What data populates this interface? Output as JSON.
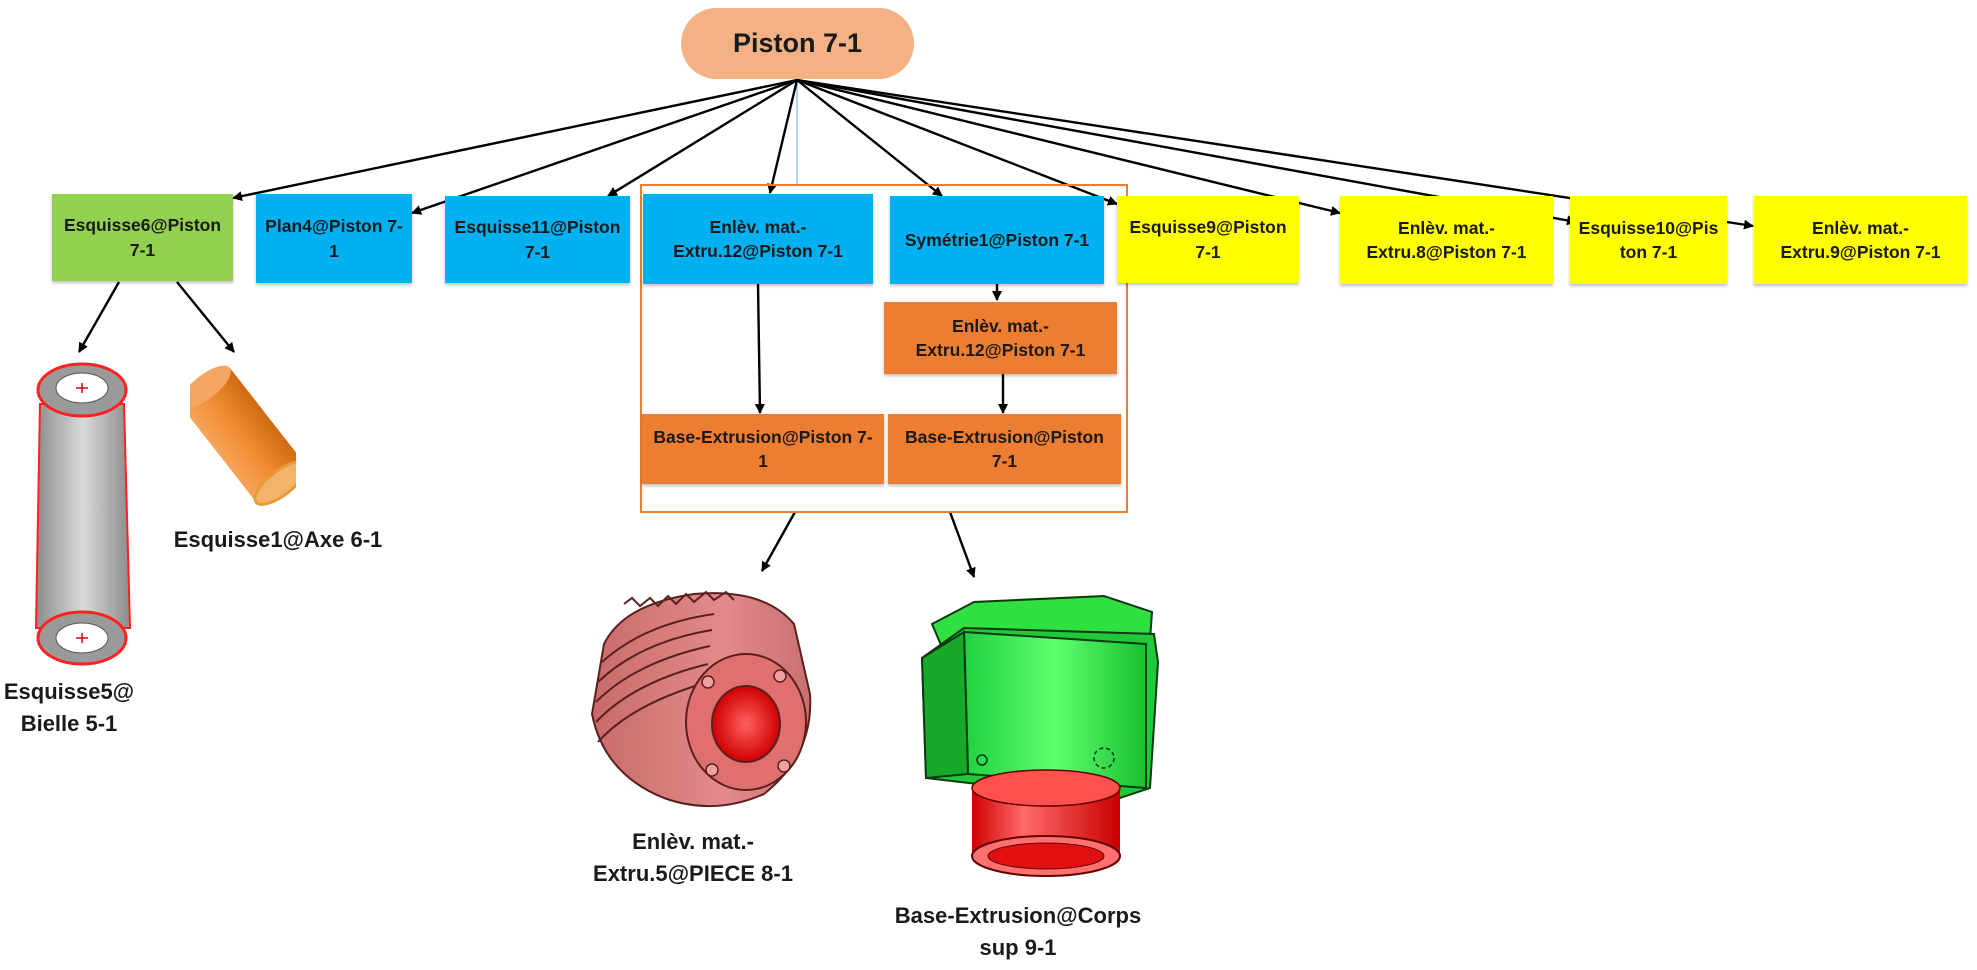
{
  "root": {
    "label": "Piston 7-1"
  },
  "features": {
    "esquisse6": [
      "Esquisse6@Piston",
      "7-1"
    ],
    "plan4": [
      "Plan4@Piston 7-",
      "1"
    ],
    "esquisse11": [
      "Esquisse11@Piston",
      "7-1"
    ],
    "enlev12_top": [
      "Enlèv. mat.-",
      "Extru.12@Piston 7-1"
    ],
    "symetrie1": [
      "Symétrie1@Piston 7-1"
    ],
    "esquisse9": [
      "Esquisse9@Piston",
      "7-1"
    ],
    "enlev8": [
      "Enlèv. mat.-",
      "Extru.8@Piston 7-1"
    ],
    "esquisse10": [
      "Esquisse10@Pis",
      "ton 7-1"
    ],
    "enlev9": [
      "Enlèv. mat.-",
      "Extru.9@Piston 7-1"
    ],
    "enlev12_sub": [
      "Enlèv. mat.-",
      "Extru.12@Piston 7-1"
    ],
    "base_left": [
      "Base-Extrusion@Piston 7-",
      "1"
    ],
    "base_right": [
      "Base-Extrusion@Piston",
      "7-1"
    ]
  },
  "parts": {
    "bielle": [
      "Esquisse5@",
      "Bielle 5-1"
    ],
    "axe": [
      "Esquisse1@Axe 6-1"
    ],
    "piece": [
      "Enlèv. mat.-",
      "Extru.5@PIECE 8-1"
    ],
    "corps": [
      "Base-Extrusion@Corps",
      "sup 9-1"
    ]
  },
  "colors": {
    "root": "#f4b183",
    "sketch_green": "#92d050",
    "plan_blue": "#00b0f0",
    "cut_yellow": "#ffff00",
    "extrusion_orange": "#ed7d31"
  },
  "icons": [
    "bielle-3d-icon",
    "axe-3d-icon",
    "piece-3d-icon",
    "corps-3d-icon"
  ]
}
